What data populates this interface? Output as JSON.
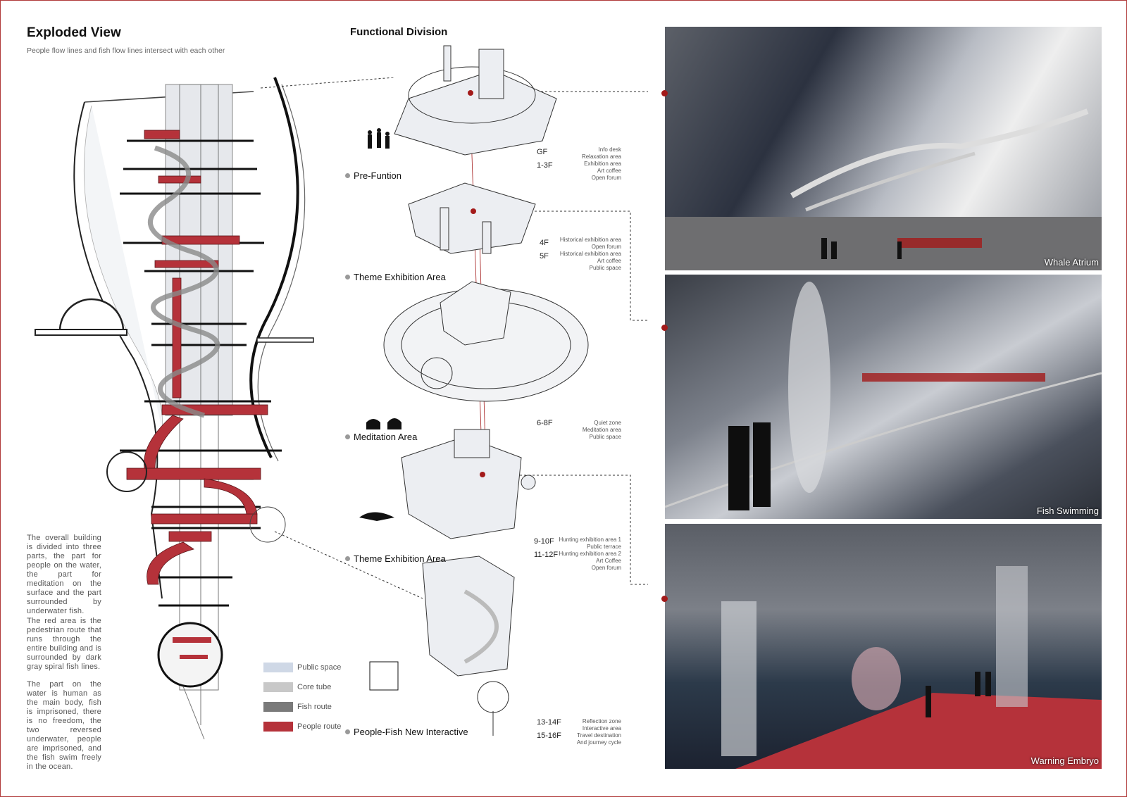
{
  "exploded": {
    "title": "Exploded View",
    "subtitle": "People flow lines and fish flow lines intersect with each other"
  },
  "functional": {
    "title": "Functional Division",
    "zones": [
      {
        "label": "Pre-Funtion",
        "floors": [
          "GF",
          "1-3F"
        ],
        "functions": [
          "Info desk",
          "Relaxation area",
          "Exhibition area",
          "Art coffee",
          "Open forum"
        ]
      },
      {
        "label": "Theme Exhibition Area",
        "floors": [
          "4F",
          "5F"
        ],
        "functions": [
          "Historical exhibition area",
          "Open forum",
          "Historical exhibition area",
          "Art coffee",
          "Public space"
        ]
      },
      {
        "label": "Meditation  Area",
        "floors": [
          "6-8F"
        ],
        "functions": [
          "Quiet zone",
          "Meditation area",
          "Public space"
        ]
      },
      {
        "label": "Theme Exhibition Area",
        "floors": [
          "9-10F",
          "11-12F"
        ],
        "functions": [
          "Hunting exhibition area 1",
          "Public terrace",
          "Hunting exhibition area 2",
          "Art Coffee",
          "Open forum"
        ]
      },
      {
        "label": "People-Fish New Interactive",
        "floors": [
          "13-14F",
          "15-16F"
        ],
        "functions": [
          "Reflection zone",
          "Interactive area",
          "Travel destination",
          "And journey cycle"
        ]
      }
    ]
  },
  "description": [
    "The overall building is divided into three parts, the part for people on the water, the part for meditation on the surface and the part surrounded by underwater fish.",
    "The red area is the pedestrian route that runs through the entire building and is surrounded by dark gray spiral fish lines.",
    "The part on the water is human as the main body, fish is imprisoned, there is no freedom, the two reversed underwater, people are imprisoned, and the fish swim freely in the ocean."
  ],
  "legend": [
    {
      "label": "Public space",
      "color": "#cfd8e6"
    },
    {
      "label": "Core tube",
      "color": "#c8c8c8"
    },
    {
      "label": "Fish route",
      "color": "#7a7a7a"
    },
    {
      "label": "People route",
      "color": "#b5323a"
    }
  ],
  "renders": [
    {
      "caption": "Whale Atrium"
    },
    {
      "caption": "Fish Swimming"
    },
    {
      "caption": "Warning Embryo"
    }
  ],
  "colors": {
    "accent_red": "#b5323a",
    "dot_red": "#a31a1a",
    "frame": "#b03a3a"
  }
}
